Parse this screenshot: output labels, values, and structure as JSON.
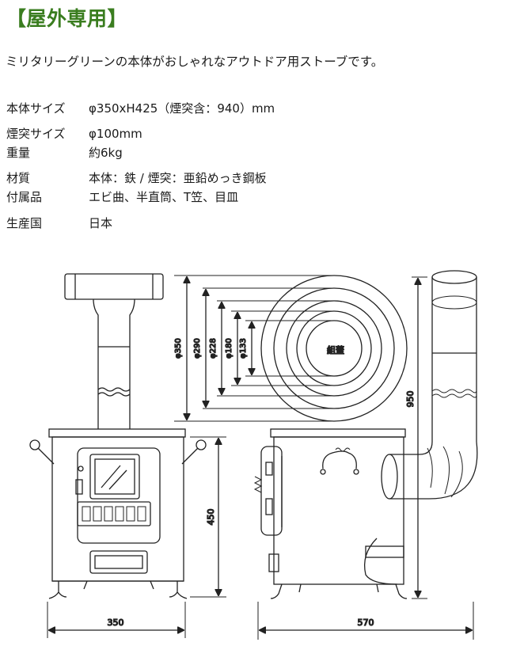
{
  "title": "【屋外専用】",
  "intro": "ミリタリーグリーンの本体がおしゃれなアウトドア用ストーブです。",
  "specs": [
    {
      "label": "本体サイズ",
      "value": "φ350xH425（煙突含：940）mm"
    },
    {
      "label": "煙突サイズ",
      "value": "φ100mm"
    },
    {
      "label": "重量",
      "value": "約6kg"
    },
    {
      "label": "材質",
      "value": "本体：鉄 / 煙突：亜鉛めっき鋼板"
    },
    {
      "label": "付属品",
      "value": "エビ曲、半直筒、T笠、目皿"
    },
    {
      "label": "生産国",
      "value": "日本"
    }
  ],
  "diagram": {
    "ring_dims": [
      "φ350",
      "φ290",
      "φ228",
      "φ180",
      "φ133"
    ],
    "ring_label": "組蓋",
    "height_front": "450",
    "height_side": "950",
    "width_front": "350",
    "width_side": "570",
    "line_color": "#222222"
  }
}
